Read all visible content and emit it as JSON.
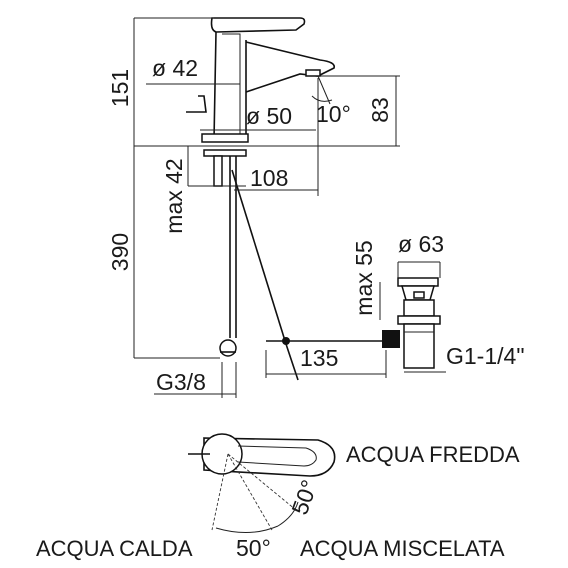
{
  "dimensions": {
    "height_total": "151",
    "body_diameter": "ø 42",
    "base_diameter": "ø 50",
    "spout_angle": "10°",
    "spout_height": "83",
    "max_deck_thickness": "max 42",
    "spout_reach": "108",
    "below_deck_length": "390",
    "connection_thread": "G3/8",
    "waste_diameter": "ø 63",
    "max_waste_thickness": "max 55",
    "rod_length": "135",
    "waste_thread": "G1-1/4\""
  },
  "lever_diagram": {
    "cold_label": "ACQUA FREDDA",
    "hot_label": "ACQUA CALDA",
    "mixed_label": "ACQUA MISCELATA",
    "angle_left": "50°",
    "angle_right": "50°"
  }
}
